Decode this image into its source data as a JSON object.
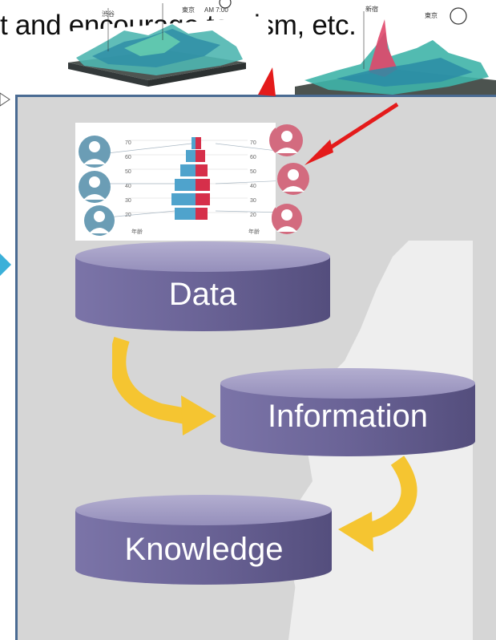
{
  "caption": "t and encourage tourism, etc.",
  "map_labels": {
    "label_a": "渋谷",
    "label_b": "東京",
    "label_c": "AM 7:00",
    "label_d": "新宿",
    "label_e": "東京"
  },
  "pyramid": {
    "ages": [
      "70",
      "60",
      "50",
      "40",
      "30",
      "20"
    ],
    "axis_label_left": "年齢",
    "axis_label_right": "年齢"
  },
  "cylinders": {
    "data_label": "Data",
    "information_label": "Information",
    "knowledge_label": "Knowledge"
  },
  "colors": {
    "panel_border": "#4a6b93",
    "cylinder_body": "#6c6597",
    "cylinder_top": "#a7a2c6",
    "arrow_yellow": "#f5c531",
    "pointer_red": "#e41b1b",
    "male_blue": "#4fa3cc",
    "female_red": "#d62f4a"
  }
}
